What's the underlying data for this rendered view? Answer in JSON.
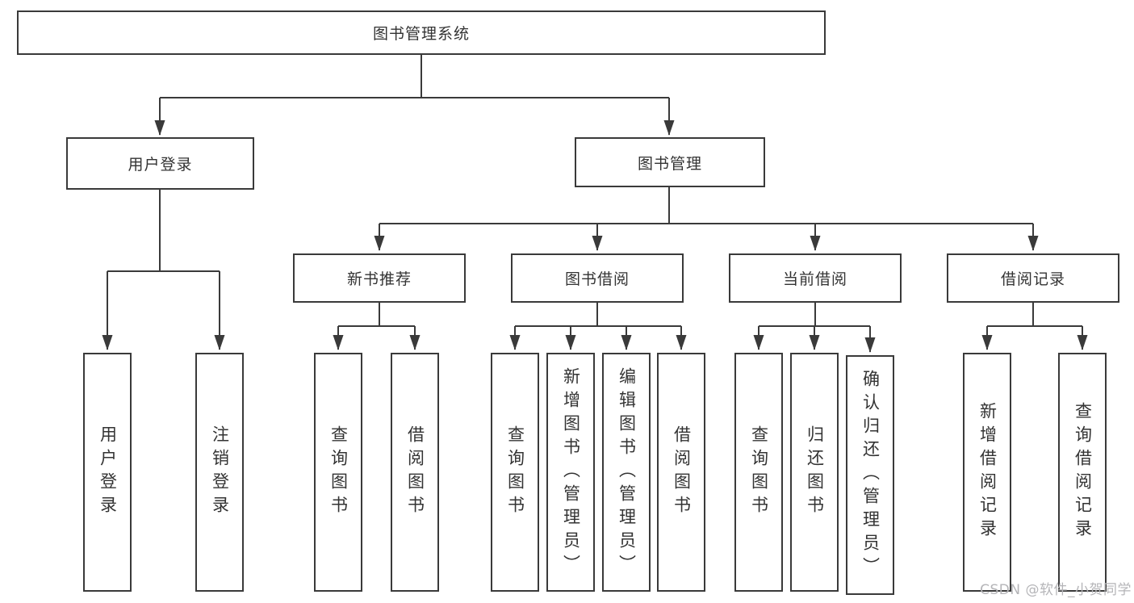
{
  "diagram": {
    "root": {
      "label": "图书管理系统",
      "children": [
        {
          "label": "用户登录",
          "children": [
            {
              "label": "用户登录"
            },
            {
              "label": "注销登录"
            }
          ]
        },
        {
          "label": "图书管理",
          "children": [
            {
              "label": "新书推荐",
              "children": [
                {
                  "label": "查询图书"
                },
                {
                  "label": "借阅图书"
                }
              ]
            },
            {
              "label": "图书借阅",
              "children": [
                {
                  "label": "查询图书"
                },
                {
                  "label": "新增图书（管理员）"
                },
                {
                  "label": "编辑图书（管理员）"
                },
                {
                  "label": "借阅图书"
                }
              ]
            },
            {
              "label": "当前借阅",
              "children": [
                {
                  "label": "查询图书"
                },
                {
                  "label": "归还图书"
                },
                {
                  "label": "确认归还（管理员）"
                }
              ]
            },
            {
              "label": "借阅记录",
              "children": [
                {
                  "label": "新增借阅记录"
                },
                {
                  "label": "查询借阅记录"
                }
              ]
            }
          ]
        }
      ]
    },
    "colors": {
      "line": "#3a3a3a",
      "text": "#333333",
      "background": "#ffffff",
      "watermark": "#b5b5b8"
    }
  },
  "watermark": {
    "text": "CSDN @软件_小贺同学"
  }
}
